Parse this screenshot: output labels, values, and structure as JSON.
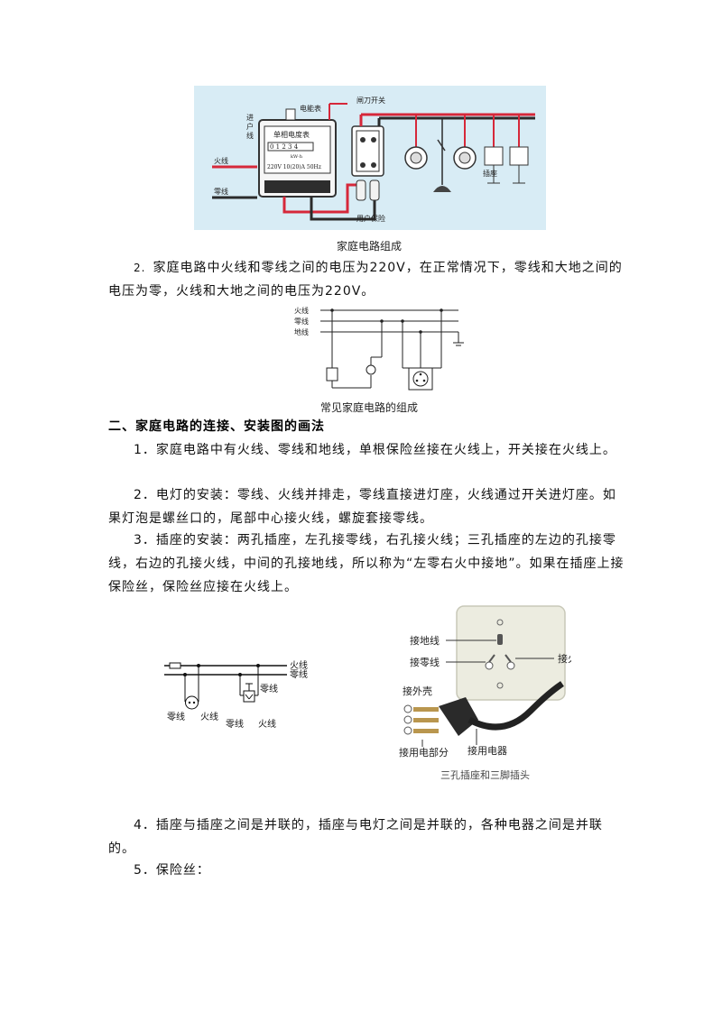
{
  "figure1": {
    "caption": "家庭电路组成",
    "labels": {
      "meter": "电能表",
      "knife_switch": "闸刀开关",
      "entry_line_1": "进",
      "entry_line_2": "户",
      "entry_line_3": "线",
      "live": "火线",
      "neutral": "零线",
      "meter_title": "单相电度表",
      "meter_digits": "0 1 2 3 4",
      "meter_unit": "kW·h",
      "meter_spec": "220V 10(20)A 50Hz",
      "socket": "插座",
      "fuse": "用户保险"
    },
    "colors": {
      "background": "#d8ecf5",
      "live_wire": "#d6283a",
      "neutral_wire": "#2b2b2b"
    }
  },
  "para_2": {
    "num": "2.",
    "text": "家庭电路中火线和零线之间的电压为220V，在正常情况下，零线和大地之间的电压为零，火线和大地之间的电压为220V。"
  },
  "figure2": {
    "caption": "常见家庭电路的组成",
    "labels": {
      "live": "火线",
      "neutral": "零线",
      "ground": "地线"
    }
  },
  "section_2": {
    "heading": "二、家庭电路的连接、安装图的画法"
  },
  "items": {
    "i1": "1．家庭电路中有火线、零线和地线，单根保险丝接在火线上，开关接在火线上。",
    "i2": "2．电灯的安装：零线、火线并排走，零线直接进灯座，火线通过开关进灯座。如果灯泡是螺丝口的，尾部中心接火线，螺旋套接零线。",
    "i3": "3．插座的安装：两孔插座，左孔接零线，右孔接火线；三孔插座的左边的孔接零线，右边的孔接火线，中间的孔接地线，所以称为“左零右火中接地”。如果在插座上接保险丝，保险丝应接在火线上。",
    "i4": "4．插座与插座之间是并联的，插座与电灯之间是并联的，各种电器之间是并联的。",
    "i5": "5．保险丝："
  },
  "figure3": {
    "labels": {
      "live_r": "火线",
      "neutral_r": "零线",
      "neutral_b": "零线",
      "live_b": "火线",
      "neutral_c": "零线",
      "live_c": "火线"
    }
  },
  "figure4": {
    "labels": {
      "ground": "接地线",
      "neutral": "接零线",
      "live": "接火线",
      "shell": "接外壳",
      "device_part": "接用电部分",
      "device": "接用电器",
      "title": "三孔插座和三脚插头"
    }
  }
}
